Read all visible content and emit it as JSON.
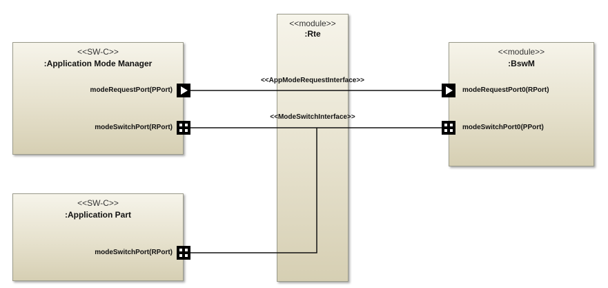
{
  "rte": {
    "stereotype": "<<module>>",
    "name": ":Rte"
  },
  "app_mode_manager": {
    "stereotype": "<<SW-C>>",
    "name": ":Application  Mode Manager",
    "ports": {
      "mode_request": "modeRequestPort(PPort)",
      "mode_switch": "modeSwitchPort(RPort)"
    }
  },
  "bswm": {
    "stereotype": "<<module>>",
    "name": ":BswM",
    "ports": {
      "mode_request": "modeRequestPort0(RPort)",
      "mode_switch": "modeSwitchPort0(PPort)"
    }
  },
  "app_part": {
    "stereotype": "<<SW-C>>",
    "name": ":Application  Part",
    "ports": {
      "mode_switch": "modeSwitchPort(RPort)"
    }
  },
  "connectors": {
    "mode_request": "<<AppModeRequestInterface>>",
    "mode_switch": "<<ModeSwitchInterface>>"
  }
}
